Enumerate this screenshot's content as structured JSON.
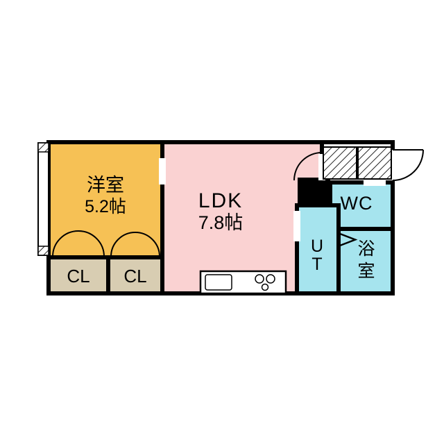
{
  "floorplan": {
    "colors": {
      "background": "#ffffff",
      "wall": "#000000",
      "western_room_fill": "#f6c155",
      "ldk_fill": "#fad2d2",
      "closet_fill": "#d8cdb2",
      "wet_area_fill": "#a6e4ee"
    },
    "rooms": {
      "western_room": {
        "name": "洋室",
        "size": "5.2帖"
      },
      "ldk": {
        "name": "LDK",
        "size": "7.8帖"
      },
      "closet_left": {
        "label": "CL"
      },
      "closet_right": {
        "label": "CL"
      },
      "wc": {
        "label": "WC"
      },
      "utility": {
        "label_vertical": [
          "U",
          "T"
        ]
      },
      "bathroom": {
        "label_vertical": [
          "浴",
          "室"
        ]
      }
    }
  }
}
